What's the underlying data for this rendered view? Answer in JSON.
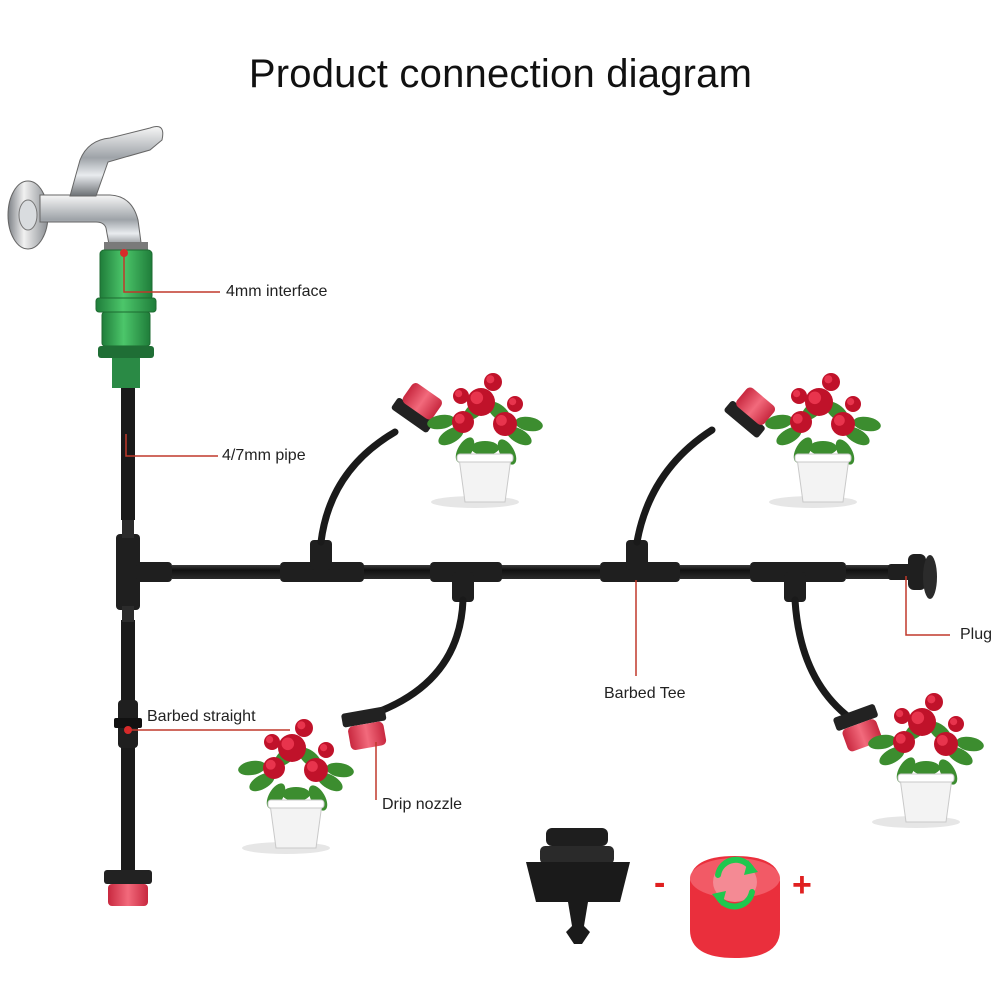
{
  "title": "Product connection diagram",
  "labels": {
    "interface": "4mm interface",
    "pipe": "4/7mm pipe",
    "straight": "Barbed straight",
    "nozzle": "Drip nozzle",
    "tee": "Barbed Tee",
    "plug": "Plug"
  },
  "adjust": {
    "minus": "-",
    "plus": "+"
  },
  "colors": {
    "pipe": "#1c1c1c",
    "leader": "#c0392b",
    "nozzle": "#e8485a",
    "connector": "#2fa84f",
    "flower": "#c0122a",
    "leaf": "#3c8d2f",
    "pot": "#f3f3f3"
  }
}
